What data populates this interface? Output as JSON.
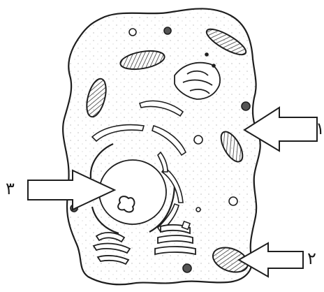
{
  "labels": {
    "one": "١",
    "two": "٢",
    "three": "٣"
  },
  "colors": {
    "ink": "#1e1e1e",
    "paper": "#ffffff",
    "stipple": "#9a9a9a"
  },
  "icons": [
    "cell-outline",
    "nucleus",
    "nucleolus",
    "mitochondrion",
    "golgi-apparatus",
    "endoplasmic-reticulum",
    "vesicle",
    "label-arrow"
  ]
}
